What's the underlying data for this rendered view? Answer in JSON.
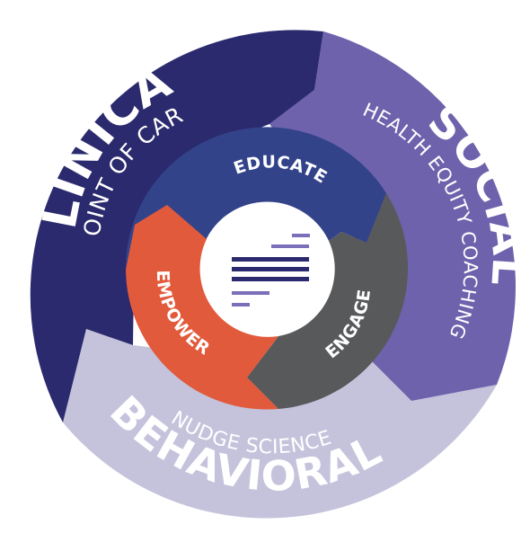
{
  "outer_ring": {
    "clinical": {
      "title": "CLINICAL",
      "subtitle": "POINT OF CARE"
    },
    "social": {
      "title": "SOCIAL",
      "subtitle": "HEALTH EQUITY COACHING"
    },
    "behavioral": {
      "title": "BEHAVIORAL",
      "subtitle": "NUDGE SCIENCE"
    }
  },
  "inner_ring": {
    "educate": "EDUCATE",
    "engage": "ENGAGE",
    "empower": "EMPOWER"
  },
  "center": {
    "icon": "text-lines-icon"
  },
  "colors": {
    "clinical": "#2b2a6e",
    "social": "#6f62ad",
    "behavioral": "#c5c3dc",
    "educate": "#33438a",
    "engage": "#58595b",
    "empower": "#e25a3c",
    "icon_dark": "#2b2a6e",
    "icon_light": "#7b6fb9"
  }
}
